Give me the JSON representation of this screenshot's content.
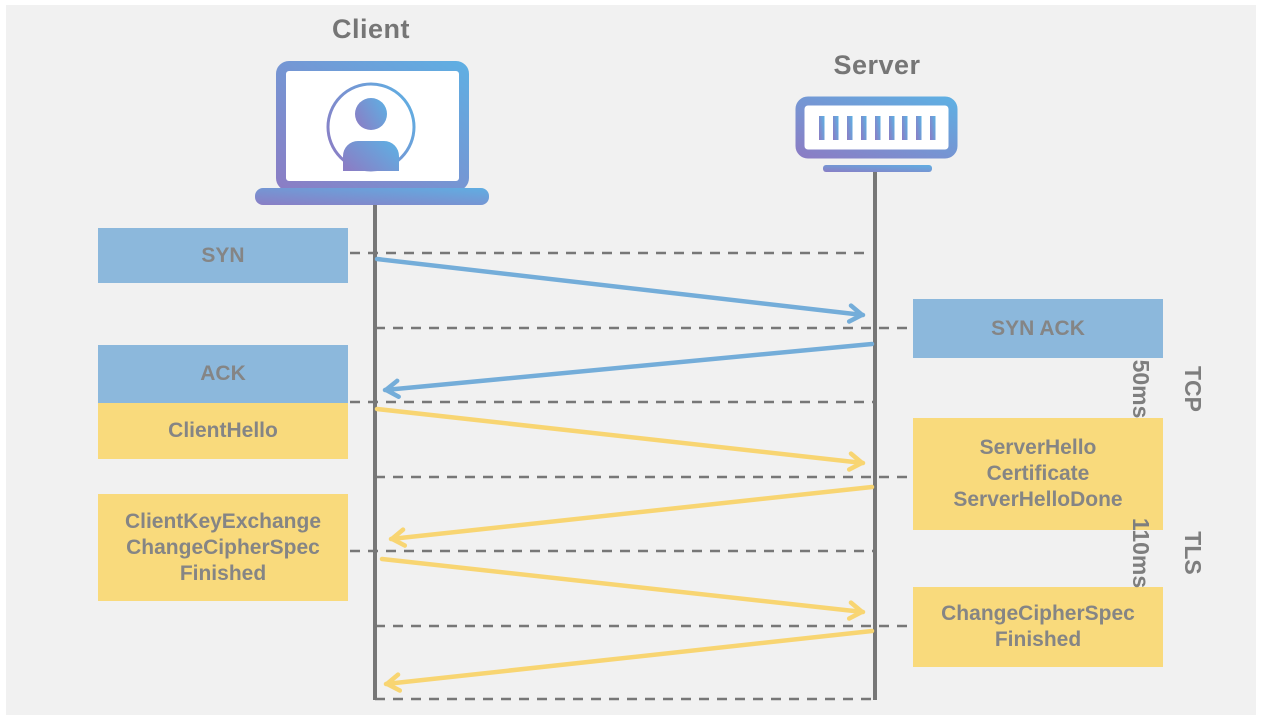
{
  "diagram": {
    "actors": {
      "client": {
        "label": "Client"
      },
      "server": {
        "label": "Server"
      }
    },
    "left_messages": {
      "syn": "SYN",
      "ack": "ACK",
      "client_hello": "ClientHello",
      "client_key_exchange": "ClientKeyExchange\nChangeCipherSpec\nFinished"
    },
    "right_messages": {
      "syn_ack": "SYN ACK",
      "server_hello": "ServerHello\nCertificate\nServerHelloDone",
      "change_cipher_spec": "ChangeCipherSpec\nFinished"
    },
    "phases": {
      "tcp": {
        "protocol": "TCP",
        "duration": "50ms"
      },
      "tls": {
        "protocol": "TLS",
        "duration": "110ms"
      }
    },
    "flow": [
      {
        "message": "SYN",
        "from": "client",
        "to": "server",
        "protocol": "TCP"
      },
      {
        "message": "SYN ACK",
        "from": "server",
        "to": "client",
        "protocol": "TCP"
      },
      {
        "message": "ClientHello",
        "from": "client",
        "to": "server",
        "protocol": "TLS"
      },
      {
        "message": "ServerHello Certificate ServerHelloDone",
        "from": "server",
        "to": "client",
        "protocol": "TLS"
      },
      {
        "message": "ClientKeyExchange ChangeCipherSpec Finished",
        "from": "client",
        "to": "server",
        "protocol": "TLS"
      },
      {
        "message": "ChangeCipherSpec Finished",
        "from": "server",
        "to": "client",
        "protocol": "TLS"
      }
    ],
    "colors": {
      "tcp_box": "#8cb8dc",
      "tls_box": "#f9da7c",
      "tcp_arrow": "#74add9",
      "tls_arrow": "#f8d572",
      "label_text": "#858585",
      "line_gray": "#777777",
      "icon_gradient_start": "#8a7ec5",
      "icon_gradient_end": "#60aee2",
      "background": "#f1f1f1"
    }
  }
}
